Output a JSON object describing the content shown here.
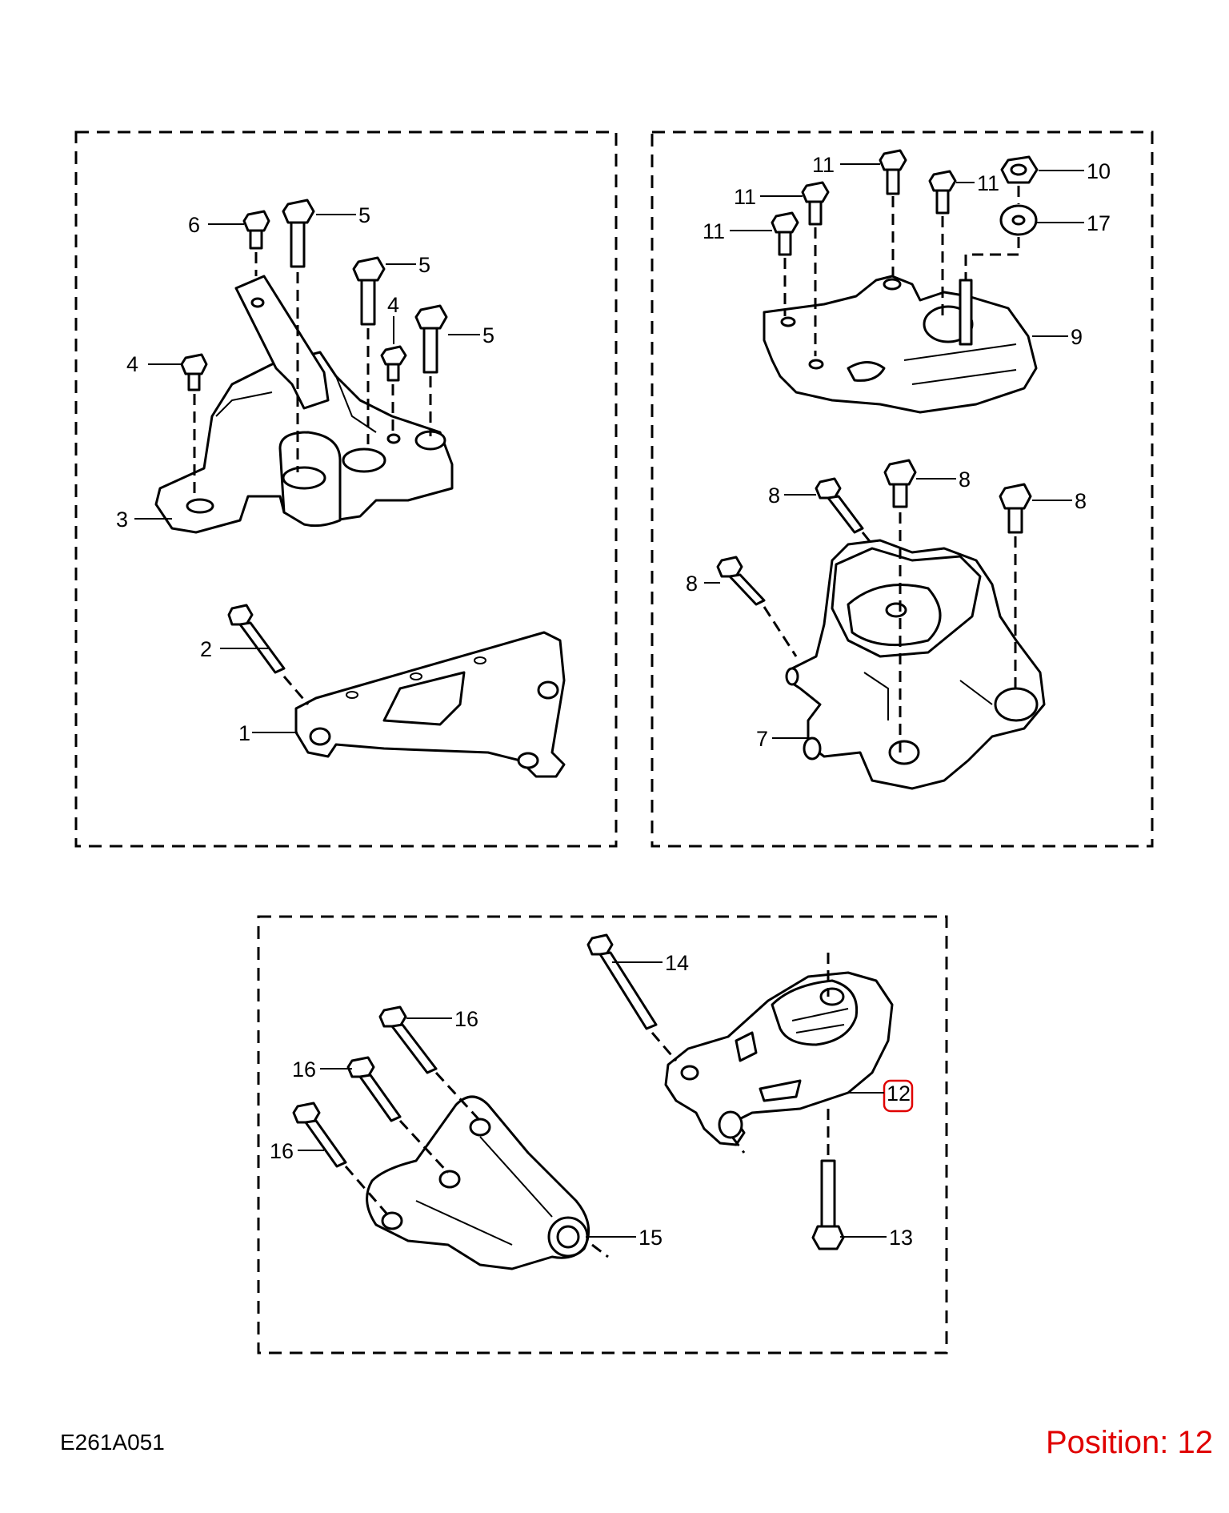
{
  "diagram": {
    "callouts": {
      "c1": "1",
      "c2": "2",
      "c3": "3",
      "c4a": "4",
      "c4b": "4",
      "c5a": "5",
      "c5b": "5",
      "c5c": "5",
      "c6": "6",
      "c7": "7",
      "c8a": "8",
      "c8b": "8",
      "c8c": "8",
      "c8d": "8",
      "c9": "9",
      "c10": "10",
      "c11a": "11",
      "c11b": "11",
      "c11c": "11",
      "c11d": "11",
      "c12": "12",
      "c13": "13",
      "c14": "14",
      "c15": "15",
      "c16a": "16",
      "c16b": "16",
      "c16c": "16",
      "c17": "17"
    },
    "highlight_color": "#e00000"
  },
  "footer": {
    "figure_id": "E261A051",
    "position_text": "Position: 12",
    "position_color": "#e00000"
  }
}
